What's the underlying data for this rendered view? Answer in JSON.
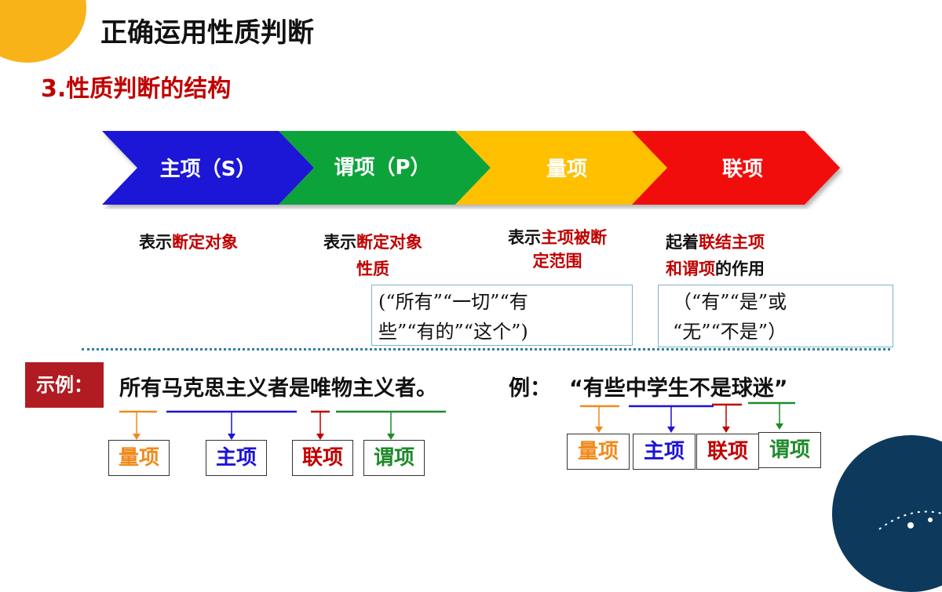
{
  "header": {
    "title": "正确运用性质判断",
    "subtitle": "3.性质判断的结构"
  },
  "chevrons": [
    {
      "label": "主项（S）",
      "color": "#1c13d6"
    },
    {
      "label": "谓项（P）",
      "color": "#11a33a"
    },
    {
      "label": "量项",
      "color": "#ffc000"
    },
    {
      "label": "联项",
      "color": "#f20a0a"
    }
  ],
  "descriptions": {
    "d1": {
      "plain": "表示",
      "red": "断定对象"
    },
    "d2": {
      "plain": "表示",
      "red1": "断定对象",
      "red2": "性质"
    },
    "d3": {
      "plain": "表示",
      "red1": "主项被断",
      "red2": "定范围"
    },
    "d4": {
      "plain1": "起着",
      "red1": "联结主项",
      "red2": "和谓项",
      "plain2": "的作用"
    }
  },
  "quantifier_box": {
    "line1": "(“所有”“一切”“有",
    "line2": "些”“有的”“这个”)"
  },
  "copula_box": {
    "line1": "（“有”“是”或",
    "line2": "“无”“不是”）"
  },
  "example": {
    "tag": "示例：",
    "sentence": "所有马克思主义者是唯物主义者。",
    "terms": {
      "q": "量项",
      "s": "主项",
      "c": "联项",
      "p": "谓项"
    }
  },
  "example2": {
    "prefix": "例：",
    "sentence": "“有些中学生不是球迷”",
    "terms": {
      "q": "量项",
      "s": "主项",
      "c": "联项",
      "p": "谓项"
    }
  },
  "colors": {
    "quantifier": "#f08a1c",
    "subject": "#1c13d6",
    "copula": "#c00000",
    "predicate": "#1f8a2a"
  }
}
